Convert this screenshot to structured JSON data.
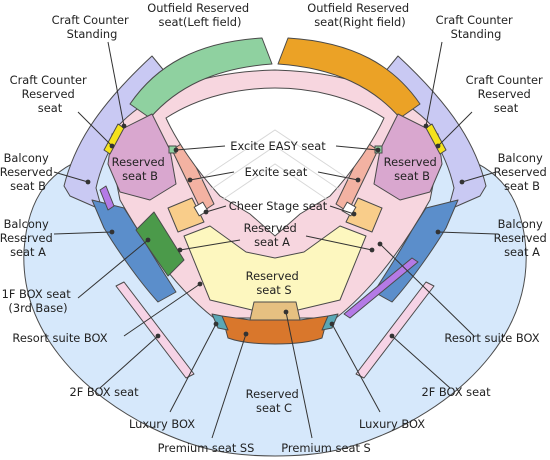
{
  "labels": {
    "craft_counter_standing_left": [
      "Craft Counter",
      "Standing"
    ],
    "craft_counter_standing_right": [
      "Craft Counter",
      "Standing"
    ],
    "outfield_reserved_left": [
      "Outfield Reserved",
      "seat(Left field)"
    ],
    "outfield_reserved_right": [
      "Outfield Reserved",
      "seat(Right field)"
    ],
    "craft_counter_reserved_left": [
      "Craft Counter",
      "Reserved",
      "seat"
    ],
    "craft_counter_reserved_right": [
      "Craft Counter",
      "Reserved",
      "seat"
    ],
    "balcony_b_left": [
      "Balcony",
      "Reserved",
      "seat B"
    ],
    "balcony_b_right": [
      "Balcony",
      "Reserved",
      "seat B"
    ],
    "balcony_a_left": [
      "Balcony",
      "Reserved",
      "seat A"
    ],
    "balcony_a_right": [
      "Balcony",
      "Reserved",
      "seat A"
    ],
    "box_1f": [
      "1F BOX seat",
      "(3rd Base)"
    ],
    "resort_suite_left": "Resort suite BOX",
    "resort_suite_right": "Resort suite BOX",
    "box_2f_left": "2F BOX seat",
    "box_2f_right": "2F BOX seat",
    "luxury_left": "Luxury BOX",
    "luxury_right": "Luxury BOX",
    "premium_ss": "Premium seat SS",
    "premium_s": "Premium seat S",
    "excite_easy": "Excite EASY seat",
    "excite": "Excite seat",
    "cheer_stage": "Cheer Stage seat",
    "reserved_a": [
      "Reserved",
      "seat A"
    ],
    "reserved_s": [
      "Reserved",
      "seat S"
    ],
    "reserved_c": [
      "Reserved",
      "seat C"
    ],
    "reserved_b_left": [
      "Reserved",
      "seat B"
    ],
    "reserved_b_right": [
      "Reserved",
      "seat B"
    ]
  },
  "colors": {
    "outer_ring": "#d6e8fb",
    "balcony_b": "#c9c9f3",
    "balcony_a": "#5b8ecb",
    "outfield_left": "#8fd1a0",
    "outfield_right": "#eba226",
    "reserved_b": "#d9a7cf",
    "reserved_a": "#f7d6df",
    "reserved_s": "#fdf7bf",
    "reserved_c": "#d9772c",
    "premium_s": "#e6c081",
    "excite": "#f3b2a2",
    "cheer_stage": "#f9cd8a",
    "box_1f": "#4b9a4a",
    "craft_strip": "#f5e21c",
    "luxury": "#5aa7b5",
    "purple_strip": "#b47ae6",
    "resort_suite": "#f6d3e6"
  }
}
